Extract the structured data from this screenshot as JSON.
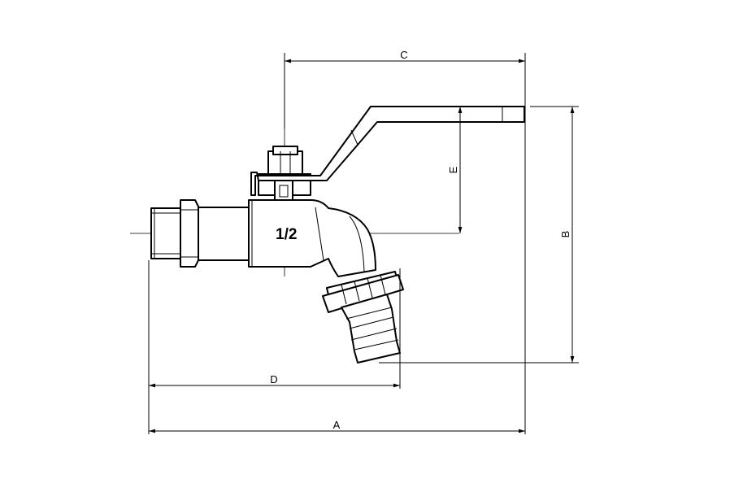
{
  "part": {
    "size_marking": "1/2"
  },
  "dimensions": {
    "A": "A",
    "B": "B",
    "C": "C",
    "D": "D",
    "E": "E"
  },
  "colors": {
    "line": "#000000",
    "background": "#ffffff"
  }
}
